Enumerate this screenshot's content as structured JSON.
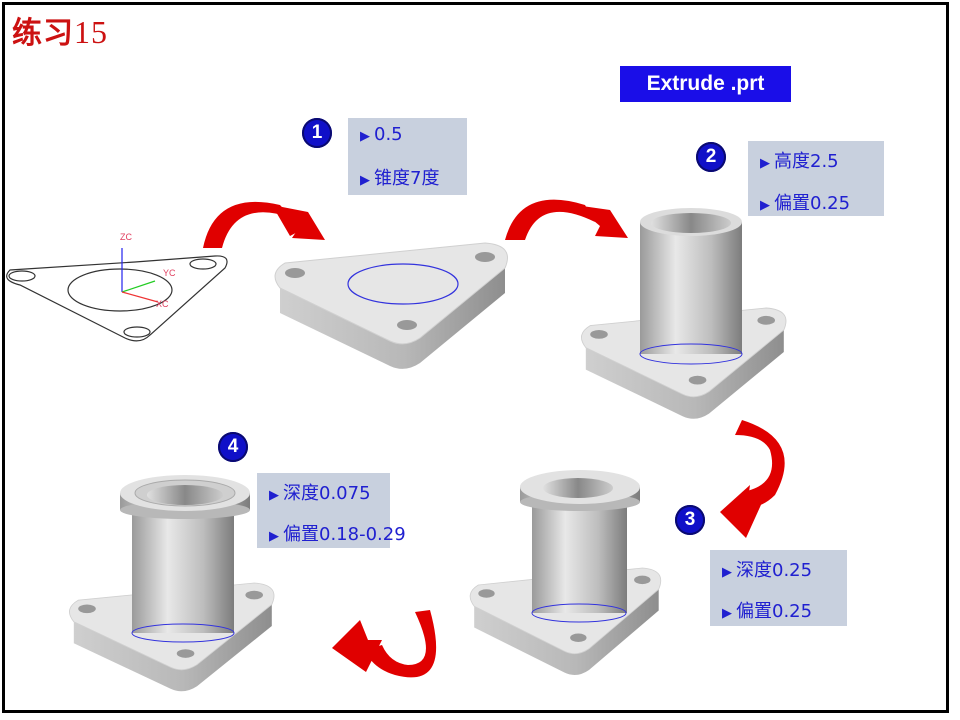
{
  "title": {
    "text": "练习",
    "number": "15"
  },
  "file_label": "Extrude .prt",
  "sketch_axes": {
    "z": "ZC",
    "y": "YC",
    "x": "XC"
  },
  "steps": [
    {
      "number": "1",
      "params": [
        "0.5",
        "锥度7度"
      ]
    },
    {
      "number": "2",
      "params": [
        "高度2.5",
        "偏置0.25"
      ]
    },
    {
      "number": "3",
      "params": [
        "深度0.25",
        "偏置0.25"
      ]
    },
    {
      "number": "4",
      "params": [
        "深度0.075",
        "偏置0.18-0.29"
      ]
    }
  ],
  "colors": {
    "title": "#cc1111",
    "file_bg": "#1a0ee8",
    "badge": "#1010c8",
    "box_bg": "#c8d0de",
    "box_text": "#2020d0",
    "arrow": "#e00000"
  },
  "bullet": "▶"
}
